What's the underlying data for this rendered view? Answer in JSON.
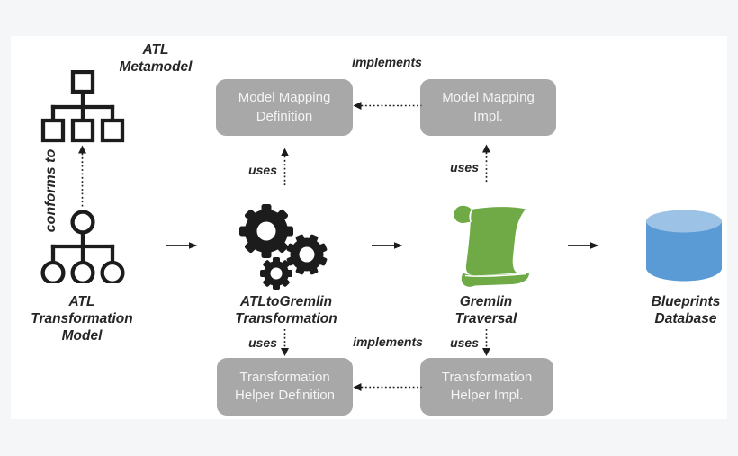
{
  "theme_colors": {
    "page_bg": "#f5f6f7",
    "canvas_bg": "#ffffff",
    "box_gray": "#a8a8a8",
    "box_text": "#f4f4f4",
    "scroll_green": "#6faa46",
    "cylinder_blue": "#5b9bd5",
    "cylinder_top_blue": "#9cc3e5",
    "line_black": "#1c1c1c",
    "label_text": "#262626"
  },
  "captions": {
    "atl_metamodel": {
      "line1": "ATL",
      "line2": "Metamodel"
    },
    "atl_transformation_model": {
      "line1": "ATL Transformation",
      "line2": "Model"
    },
    "atltogremlin_transformation": {
      "line1": "ATLtoGremlin",
      "line2": "Transformation"
    },
    "gremlin_traversal": {
      "line1": "Gremlin",
      "line2": "Traversal"
    },
    "blueprints_database": {
      "line1": "Blueprints",
      "line2": "Database"
    }
  },
  "boxes": {
    "model_mapping_definition": {
      "line1": "Model Mapping",
      "line2": "Definition"
    },
    "model_mapping_impl": {
      "line1": "Model Mapping",
      "line2": "Impl."
    },
    "transformation_helper_definition": {
      "line1": "Transformation",
      "line2": "Helper Definition"
    },
    "transformation_helper_impl": {
      "line1": "Transformation",
      "line2": "Helper Impl."
    }
  },
  "edge_labels": {
    "conforms_to": "conforms to",
    "implements_top": "implements",
    "implements_bottom": "implements",
    "uses_top_left": "uses",
    "uses_top_right": "uses",
    "uses_bottom_left": "uses",
    "uses_bottom_right": "uses"
  },
  "icons": [
    "metamodel-squares-tree-icon",
    "model-circles-tree-icon",
    "gears-icon",
    "scroll-icon",
    "database-cylinder-icon"
  ]
}
